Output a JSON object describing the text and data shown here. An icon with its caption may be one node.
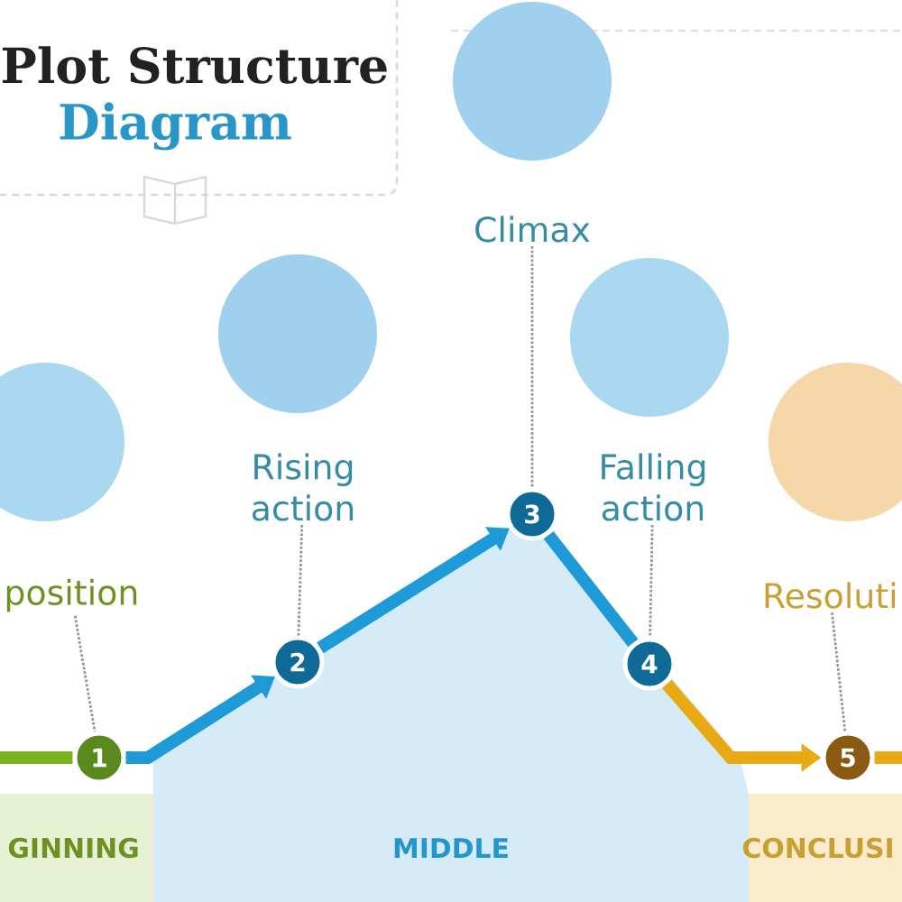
{
  "diagram": {
    "nodes": [
      {
        "text": [
          "GINNING"
        ]
      },
      {
        "text": [
          "MIDDLE"
        ]
      },
      {
        "text": [
          "CONCLUSI"
        ]
      },
      {
        "text": [
          "position"
        ]
      },
      {
        "text": [
          "Rising action"
        ]
      },
      {
        "text": [
          "Climax"
        ]
      },
      {
        "text": [
          "Falling action"
        ]
      },
      {
        "text": [
          "Resoluti"
        ]
      },
      {
        "text": [
          "1"
        ]
      },
      {
        "text": [
          "2"
        ]
      },
      {
        "text": [
          "3"
        ]
      },
      {
        "text": [
          "4"
        ]
      },
      {
        "text": [
          "5"
        ]
      }
    ],
    "edges": [
      {
        "from": null,
        "to": 8,
        "arrow": "none",
        "color": "#7ab51d"
      },
      {
        "from": 8,
        "to": 9,
        "arrow": "to",
        "color": "#1e9ad6"
      },
      {
        "from": 9,
        "to": 10,
        "arrow": "to",
        "color": "#1e9ad6"
      },
      {
        "from": 10,
        "to": 11,
        "arrow": "none",
        "color": "#1e9ad6"
      },
      {
        "from": 11,
        "to": 12,
        "arrow": "to",
        "color": "#e8a912"
      },
      {
        "from": 12,
        "to": null,
        "arrow": "none",
        "color": "#e8a912"
      },
      {
        "from": 3,
        "to": 8,
        "arrow": "none",
        "style": "dashed",
        "color": "#969696"
      },
      {
        "from": 4,
        "to": 9,
        "arrow": "none",
        "style": "dashed",
        "color": "#969696"
      },
      {
        "from": 5,
        "to": 10,
        "arrow": "none",
        "style": "dashed",
        "color": "#969696"
      },
      {
        "from": 6,
        "to": 11,
        "arrow": "none",
        "style": "dashed",
        "color": "#969696"
      },
      {
        "from": 7,
        "to": 12,
        "arrow": "none",
        "style": "dashed",
        "color": "#969696"
      }
    ],
    "labels": [
      "Plot Structure",
      "Diagram"
    ]
  }
}
